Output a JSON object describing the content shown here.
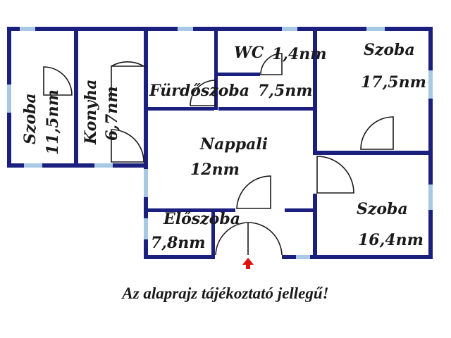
{
  "colors": {
    "wall": "#1b1f7d",
    "window": "#a7c9e3",
    "entrance_arrow": "#e01010",
    "text": "#1a1a1a"
  },
  "rooms": [
    {
      "id": "szoba-left",
      "name": "Szoba",
      "area": "11,5nm"
    },
    {
      "id": "konyha",
      "name": "Konyha",
      "area": "6,7nm"
    },
    {
      "id": "furdoszoba",
      "name": "Fürdőszoba",
      "area": "7,5nm"
    },
    {
      "id": "wc",
      "name": "WC",
      "area": "1,4nm"
    },
    {
      "id": "szoba-top-right",
      "name": "Szoba",
      "area": "17,5nm"
    },
    {
      "id": "nappali",
      "name": "Nappali",
      "area": "12nm"
    },
    {
      "id": "szoba-bottom-right",
      "name": "Szoba",
      "area": "16,4nm"
    },
    {
      "id": "eloszoba",
      "name": "Előszoba",
      "area": "7,8nm"
    }
  ],
  "note": "Az alaprajz tájékoztató jellegű!",
  "icons": {
    "entrance": "entrance-arrow-icon"
  }
}
